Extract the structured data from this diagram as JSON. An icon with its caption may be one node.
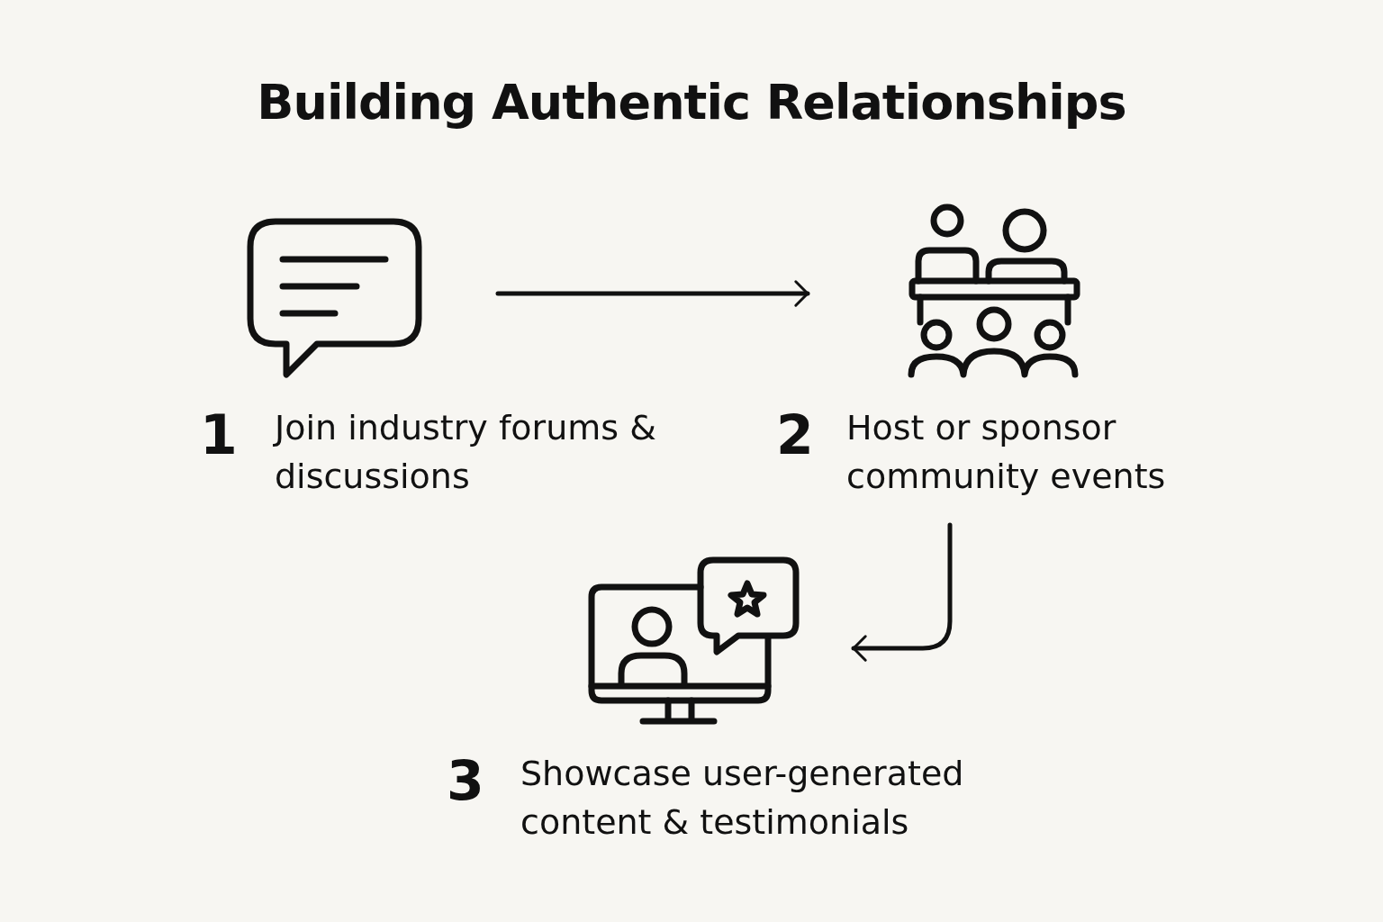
{
  "diagram": {
    "title": "Building Authentic Relationships",
    "nodes": [
      {
        "text": [],
        "shape": "picture",
        "beside": [
          "1",
          "Join industry forums & discussions"
        ]
      },
      {
        "text": [],
        "shape": "picture",
        "beside": [
          "2",
          "Host or sponsor community events"
        ]
      },
      {
        "text": [],
        "shape": "picture",
        "beside": [
          "3",
          "Showcase user-generated content & testimonials"
        ]
      }
    ],
    "edges": [
      {
        "from": 0,
        "to": 1,
        "arrow": "to"
      },
      {
        "from": 1,
        "to": 2,
        "arrow": "to"
      }
    ]
  }
}
